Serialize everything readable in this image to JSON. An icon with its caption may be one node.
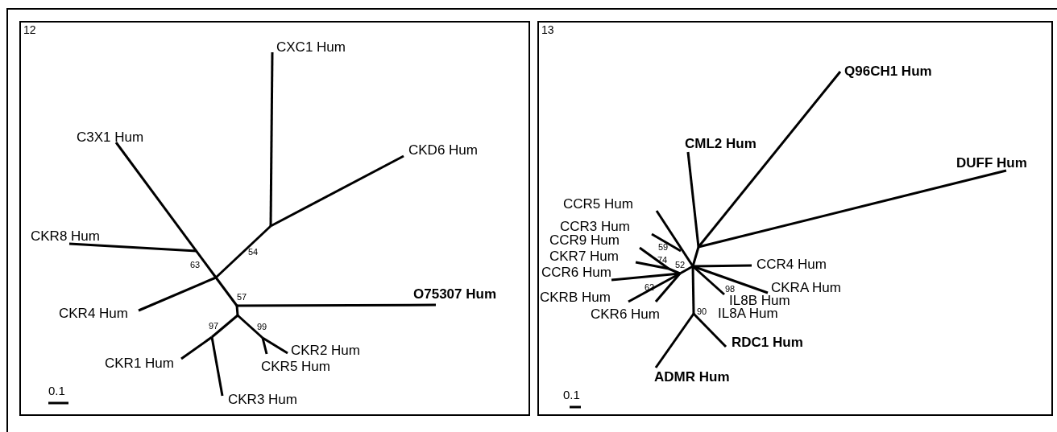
{
  "diagram": {
    "nodes": [
      {
        "text": [
          "12"
        ]
      },
      {
        "text": [
          "13"
        ]
      }
    ],
    "labels": [
      "CXC1 Hum",
      "C3X1 Hum",
      "CKD6 Hum",
      "CKR8 Hum",
      "54",
      "63",
      "O75307 Hum",
      "57",
      "CKR4 Hum",
      "97",
      "99",
      "CKR2 Hum",
      "CKR1 Hum",
      "CKR5 Hum",
      "0.1",
      "CKR3 Hum",
      "Q96CH1 Hum",
      "CML2 Hum",
      "DUFF Hum",
      "CCR5 Hum",
      "CCR3 Hum",
      "CCR9 Hum",
      "59",
      "CKR7 Hum",
      "74",
      "52",
      "CCR4 Hum",
      "CCR6 Hum",
      "62",
      "CKRA Hum",
      "98",
      "IL8B Hum",
      "CKRB Hum",
      "90",
      "IL8A Hum",
      "CKR6 Hum",
      "RDC1 Hum",
      "ADMR Hum",
      "0.1"
    ]
  }
}
